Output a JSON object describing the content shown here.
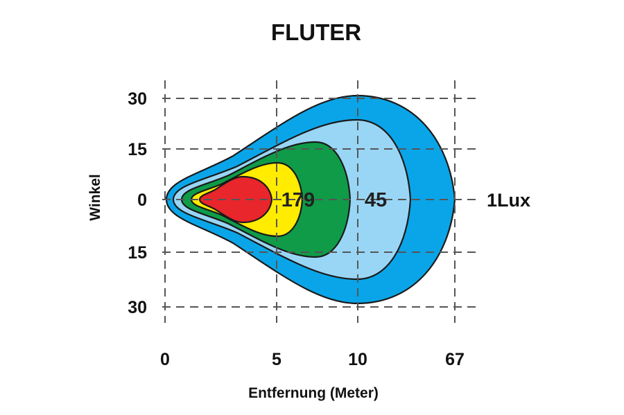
{
  "chart_data": {
    "type": "area",
    "title": "FLUTER",
    "xlabel": "Entfernung (Meter)",
    "ylabel": "Winkel",
    "x_ticks": [
      "0",
      "5",
      "10",
      "67"
    ],
    "y_ticks": [
      "30",
      "15",
      "0",
      "15",
      "30"
    ],
    "y_values": [
      30,
      15,
      0,
      -15,
      -30
    ],
    "grid": true,
    "zones": [
      {
        "label": "1Lux",
        "color": "#0aa5e8"
      },
      {
        "label": "",
        "color": "#99d6f5"
      },
      {
        "label": "45",
        "color": "#0f9b48"
      },
      {
        "label": "179",
        "color": "#ffec00"
      },
      {
        "label": "",
        "color": "#e8262b"
      }
    ]
  }
}
